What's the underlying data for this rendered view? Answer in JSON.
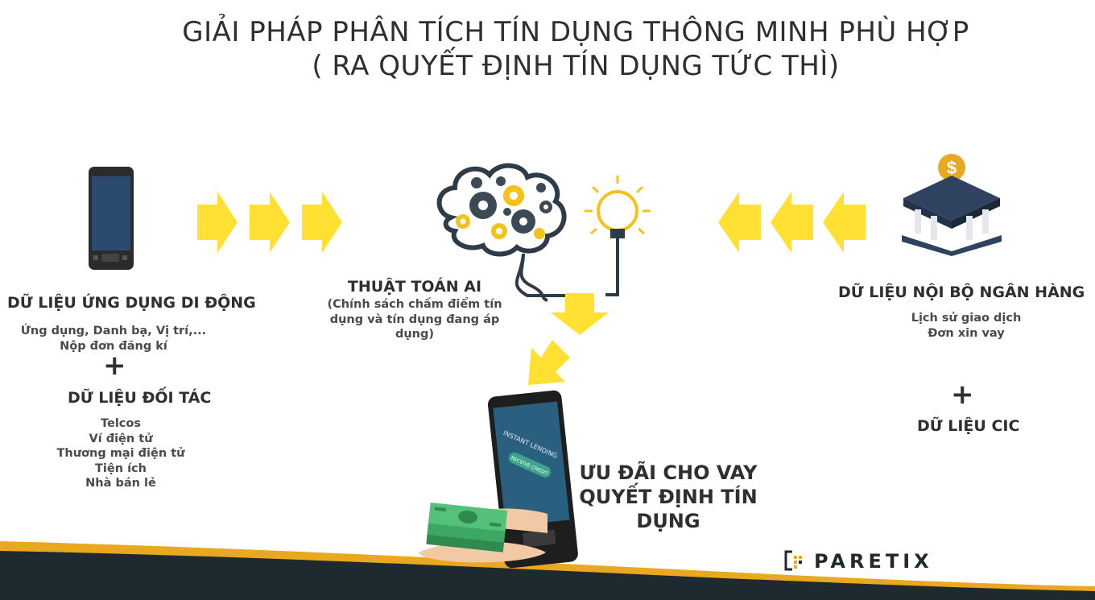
{
  "title": {
    "line1": "GIẢI PHÁP PHÂN TÍCH TÍN DỤNG THÔNG MINH PHÙ HỢP",
    "line2": "( RA QUYẾT ĐỊNH TÍN DỤNG TỨC THÌ)"
  },
  "left": {
    "heading": "DỮ LIỆU ỨNG DỤNG DI ĐỘNG",
    "lines": [
      "Ứng dụng, Danh bạ, Vị trí,...",
      "Nộp đơn đăng kí"
    ],
    "plus": "+",
    "partner_heading": "DỮ LIỆU ĐỐI TÁC",
    "partners": [
      "Telcos",
      "Ví điện tử",
      "Thương mại điện tử",
      "Tiện ích",
      "Nhà bán lẻ"
    ]
  },
  "center": {
    "heading": "THUẬT TOÁN AI",
    "desc": [
      "(Chính sách chấm điểm tín",
      "dụng và tín dụng đang áp",
      "dụng)"
    ]
  },
  "right": {
    "heading": "DỮ LIỆU NỘI BỘ NGÂN HÀNG",
    "lines": [
      "Lịch sử giao dịch",
      "Đơn xin vay"
    ],
    "plus": "+",
    "cic": "DỮ LIỆU CIC"
  },
  "result": {
    "lines": [
      "ƯU ĐÃI CHO VAY",
      "QUYẾT ĐỊNH TÍN",
      "DỤNG"
    ]
  },
  "phone_screen": {
    "line1": "INSTANT LENDING",
    "button": "RECEIVE CREDIT"
  },
  "logo": {
    "text": "PARETIX"
  },
  "colors": {
    "arrow": "#FFE033",
    "dark": "#2f2f2f",
    "navy": "#1f2d3a",
    "gold": "#e9a820"
  },
  "icons": [
    "smartphone-icon",
    "brain-gears-icon",
    "lightbulb-icon",
    "bank-icon",
    "hand-money-icon",
    "instant-lending-phone-icon",
    "paretix-logo-icon"
  ]
}
